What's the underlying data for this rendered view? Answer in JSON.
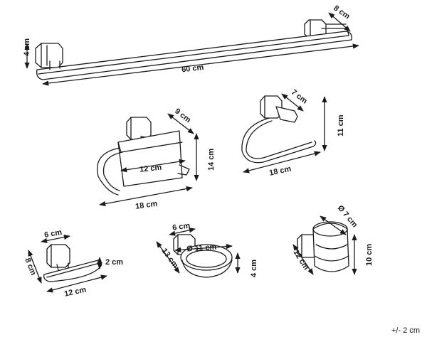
{
  "towel_rail": {
    "width": "60 cm",
    "depth": "8 cm",
    "height": "4 cm"
  },
  "toilet_roll_holder_cover": {
    "depth": "9 cm",
    "inner_width": "12 cm",
    "height": "14 cm",
    "width": "18 cm"
  },
  "towel_ring": {
    "depth": "7 cm",
    "height": "11 cm",
    "width": "18 cm"
  },
  "robe_hook": {
    "width_top": "6 cm",
    "projection": "2 cm",
    "depth": "8 cm",
    "length": "12 cm"
  },
  "soap_dish": {
    "mount_width": "6 cm",
    "diameter": "Ø 11 cm",
    "depth": "13 cm",
    "height": "4 cm"
  },
  "tumbler_holder": {
    "diameter": "Ø 7 cm",
    "depth": "12 cm",
    "height": "10 cm"
  },
  "tolerance": "+/- 2 cm"
}
